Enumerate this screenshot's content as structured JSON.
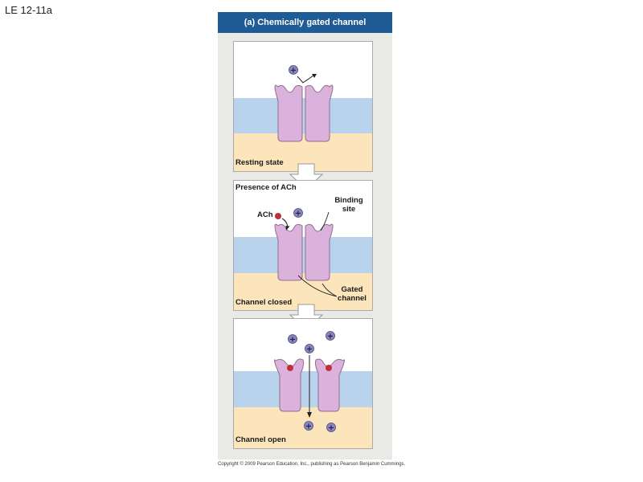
{
  "slide_label": "LE 12-11a",
  "figure_title": "(a) Chemically gated channel",
  "panels": {
    "resting": {
      "state_label": "Resting state"
    },
    "ach": {
      "header_label": "Presence of ACh",
      "ach_label": "ACh",
      "binding_site_label": "Binding site",
      "gated_channel_label": "Gated channel",
      "state_label": "Channel closed"
    },
    "open": {
      "state_label": "Channel open"
    }
  },
  "ion_symbol": "+",
  "colors": {
    "header_bg": "#1f5b94",
    "membrane": "#b9d3ec",
    "cytoplasm": "#fce4bb",
    "protein": "#dab2db",
    "ion": "#8a86c0",
    "ach": "#c0303a"
  },
  "copyright": "Copyright © 2009 Pearson Education, Inc., publishing as Pearson Benjamin Cummings."
}
